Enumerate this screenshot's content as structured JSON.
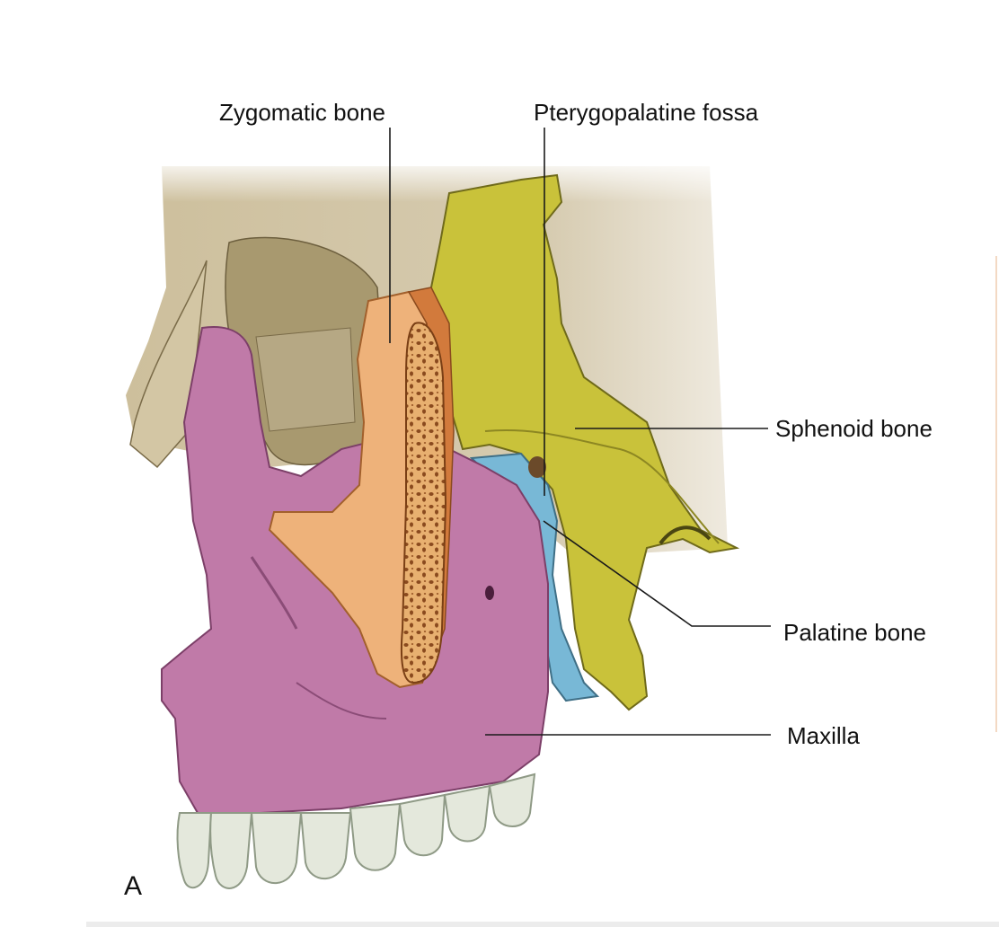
{
  "figure": {
    "panel_letter": "A",
    "labels": {
      "zygomatic": "Zygomatic bone",
      "pterygopalatine": "Pterygopalatine fossa",
      "sphenoid": "Sphenoid bone",
      "palatine": "Palatine bone",
      "maxilla": "Maxilla"
    }
  },
  "colors": {
    "skull": "#c9bc9a",
    "skull_shadow": "#a89a76",
    "maxilla": "#c07aa8",
    "zygomatic": "#eeb27a",
    "sphenoid": "#c9c23a",
    "palatine": "#78b8d6",
    "teeth": "#e4e8dc"
  }
}
